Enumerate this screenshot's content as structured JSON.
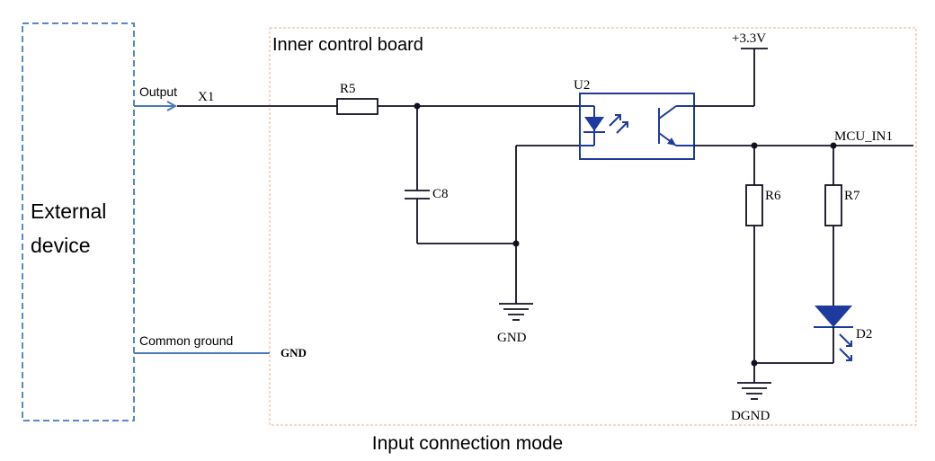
{
  "external_device": {
    "label_line1": "External",
    "label_line2": "device"
  },
  "board": {
    "title": "Inner control board"
  },
  "connections": {
    "output_label": "Output",
    "common_ground_label": "Common ground"
  },
  "nets": {
    "x1": "X1",
    "gnd_terminal": "GND",
    "gnd": "GND",
    "dgnd": "DGND",
    "v33": "+3.3V",
    "mcu_in1": "MCU_IN1"
  },
  "components": {
    "r5": "R5",
    "c8": "C8",
    "u2": "U2",
    "r6": "R6",
    "r7": "R7",
    "d2": "D2"
  },
  "caption": "Input connection mode",
  "colors": {
    "wire": "#101020",
    "component_blue": "#1f3a9e",
    "box_border": "#5b87c7",
    "board_border": "#e0b49a",
    "arrow": "#4a7bb7"
  }
}
